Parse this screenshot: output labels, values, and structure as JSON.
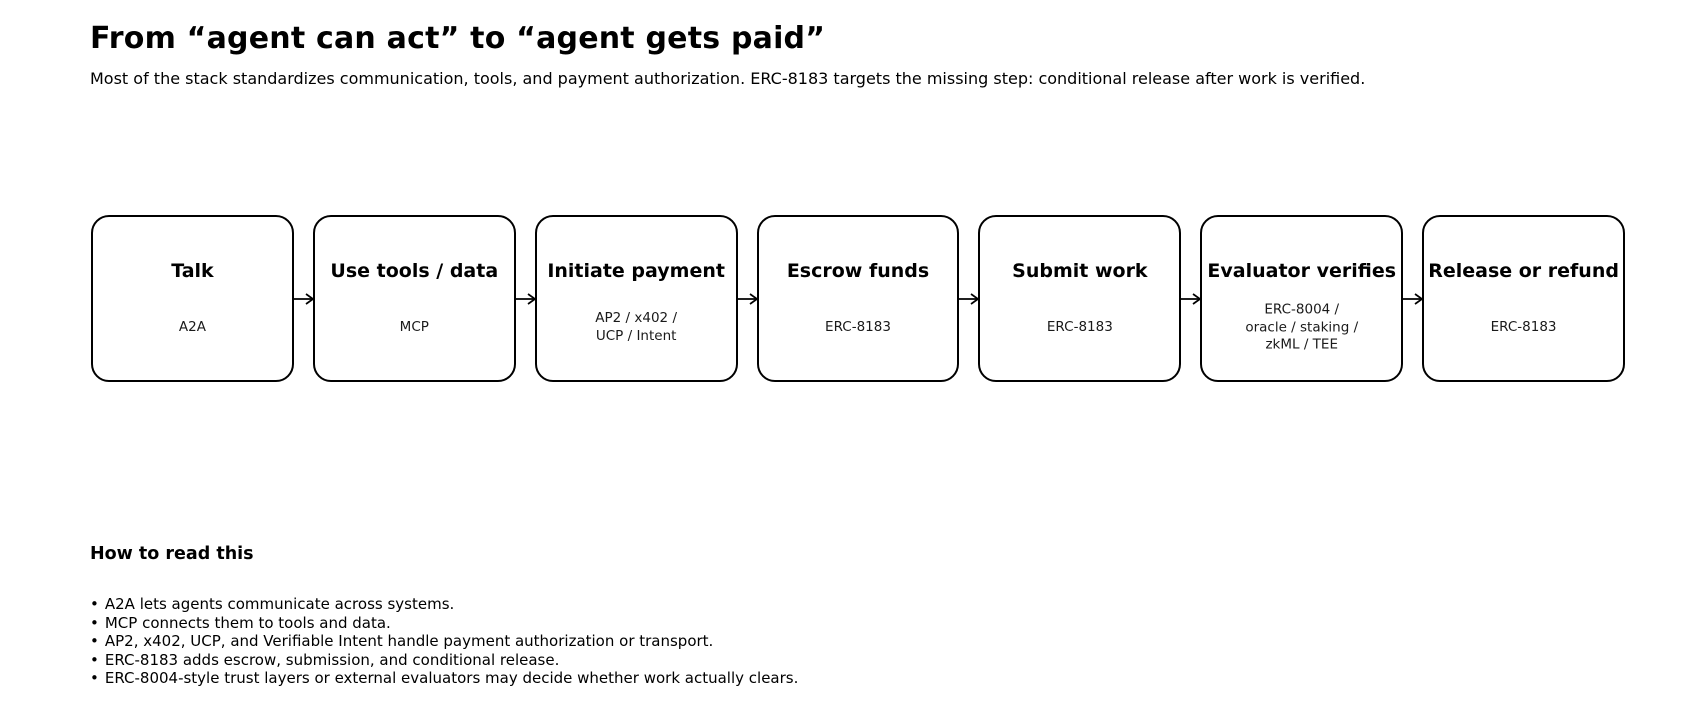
{
  "page": {
    "title": "From “agent can act” to “agent gets paid”",
    "subtitle": "Most of the stack standardizes communication, tools, and payment authorization. ERC-8183 targets the missing step: conditional release after work is verified."
  },
  "flow": {
    "steps": [
      {
        "label": "Talk",
        "detail": "A2A"
      },
      {
        "label": "Use tools / data",
        "detail": "MCP"
      },
      {
        "label": "Initiate payment",
        "detail": "AP2 / x402 /\nUCP / Intent"
      },
      {
        "label": "Escrow funds",
        "detail": "ERC-8183"
      },
      {
        "label": "Submit work",
        "detail": "ERC-8183"
      },
      {
        "label": "Evaluator verifies",
        "detail": "ERC-8004 /\noracle / staking /\nzkML / TEE"
      },
      {
        "label": "Release or refund",
        "detail": "ERC-8183"
      }
    ]
  },
  "notes": {
    "heading": "How to read this",
    "bullet_char": "•",
    "bullets": [
      "A2A lets agents communicate across systems.",
      "MCP connects them to tools and data.",
      "AP2, x402, UCP, and Verifiable Intent handle payment authorization or transport.",
      "ERC-8183 adds escrow, submission, and conditional release.",
      "ERC-8004-style trust layers or external evaluators may decide whether work actually clears."
    ]
  },
  "colors": {
    "background": "#ffffff",
    "text": "#000000",
    "detail_text": "#1a1a1a",
    "box_border": "#000000"
  }
}
